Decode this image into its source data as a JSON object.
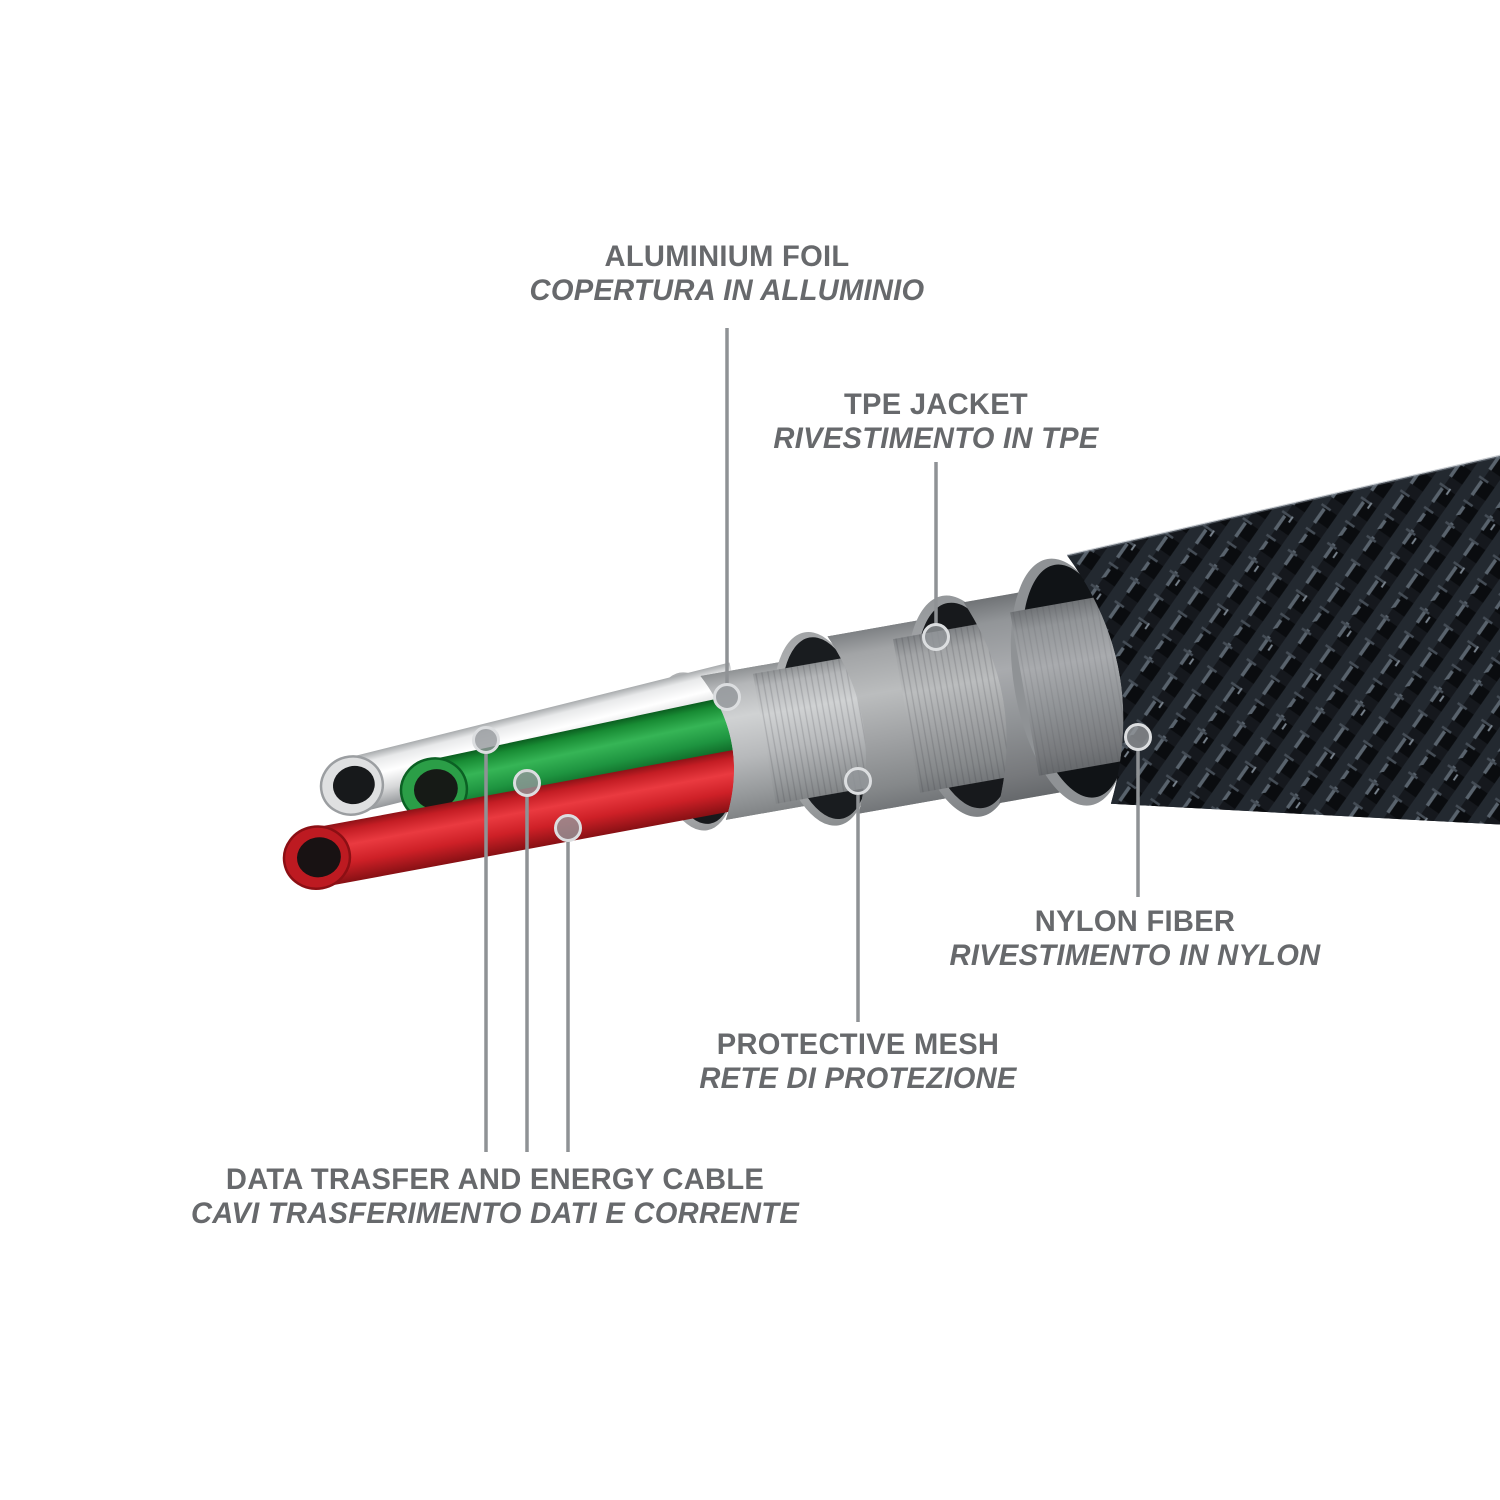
{
  "labels": {
    "aluminium_foil": {
      "en": "ALUMINIUM FOIL",
      "it": "COPERTURA IN ALLUMINIO"
    },
    "tpe_jacket": {
      "en": "TPE JACKET",
      "it": "RIVESTIMENTO IN TPE"
    },
    "nylon_fiber": {
      "en": "NYLON FIBER",
      "it": "RIVESTIMENTO IN NYLON"
    },
    "protective_mesh": {
      "en": "PROTECTIVE MESH",
      "it": "RETE DI PROTEZIONE"
    },
    "data_cable": {
      "en": "DATA TRASFER AND ENERGY CABLE",
      "it": "CAVI TRASFERIMENTO DATI E CORRENTE"
    }
  },
  "colors": {
    "label_text": "#67696c",
    "leader_line": "#8f9295",
    "wire_white": "#ffffff",
    "wire_green": "#2fae4e",
    "wire_red": "#e02830",
    "wire_core": "#17191b",
    "aluminium_foil": "#c6c8c9",
    "protective_mesh": "#a8aaac",
    "tpe_jacket": "#97999c",
    "nylon_braid": "#0b0d10",
    "braid_highlight": "#5c6670",
    "background": "#ffffff"
  }
}
